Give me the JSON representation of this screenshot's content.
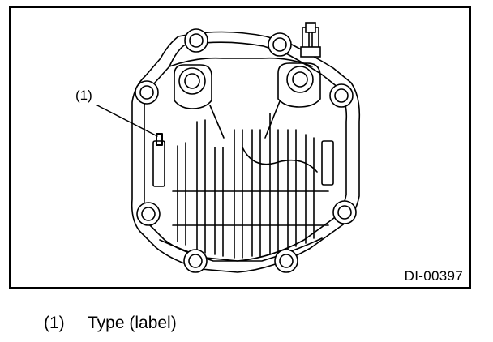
{
  "figure": {
    "callout_1": "(1)",
    "figure_id": "DI-00397"
  },
  "legend": [
    {
      "num": "(1)",
      "text": "Type (label)"
    }
  ]
}
